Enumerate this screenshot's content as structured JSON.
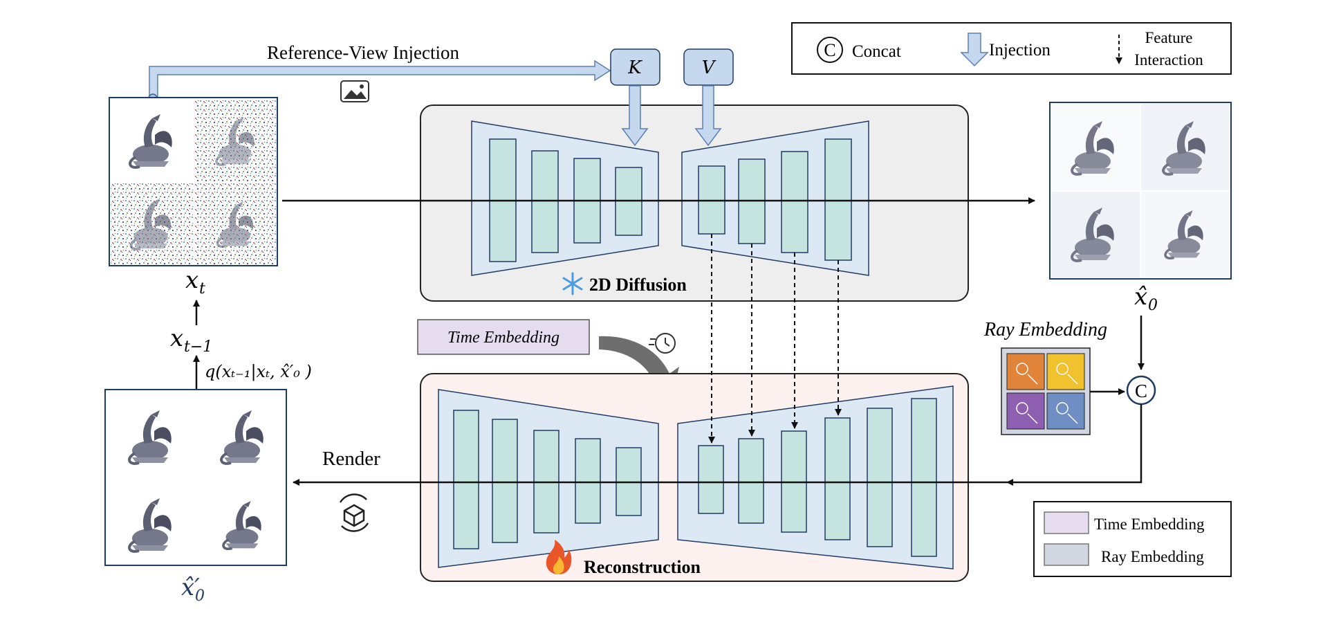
{
  "legend_top": {
    "concat_symbol": "C",
    "concat_label": "Concat",
    "injection_label": "Injection",
    "feature_label_line1": "Feature",
    "feature_label_line2": "Interaction"
  },
  "legend_bottom": {
    "time_label": "Time Embedding",
    "ray_label": "Ray Embedding",
    "time_color": "#e6dcef",
    "ray_color": "#d2d6e0"
  },
  "reference_injection_label": "Reference-View Injection",
  "k_label": "K",
  "v_label": "V",
  "diffusion_label": "2D Diffusion",
  "reconstruction_label": "Reconstruction",
  "time_embedding_box": "Time Embedding",
  "ray_embedding_label": "Ray Embedding",
  "concat_node": "C",
  "render_label": "Render",
  "math": {
    "xt_base": "x",
    "xt_sub": "t",
    "xt1_base": "x",
    "xt1_sub": "t−1",
    "x0hat_base": "x̂",
    "x0hat_sub": "0",
    "x0prime_base": "x̂′",
    "x0prime_sub": "0",
    "q_formula": "q(xₜ₋₁|xₜ, x̂′₀ )"
  },
  "colors": {
    "block_fill": "#c5e3df",
    "unet_fill": "#dce8f4",
    "diffusion_panel": "#eeeeee",
    "recon_panel": "#fdf1f0",
    "kv_fill": "#c6d8ee",
    "ray_orange": "#e0843a",
    "ray_yellow": "#f2c12e",
    "ray_purple": "#8e5fb0",
    "ray_blue": "#6f8fc4"
  },
  "icons": [
    "image-icon",
    "timer-icon",
    "snowflake-icon",
    "fire-icon",
    "render-cube-icon",
    "light-ray-icon"
  ]
}
